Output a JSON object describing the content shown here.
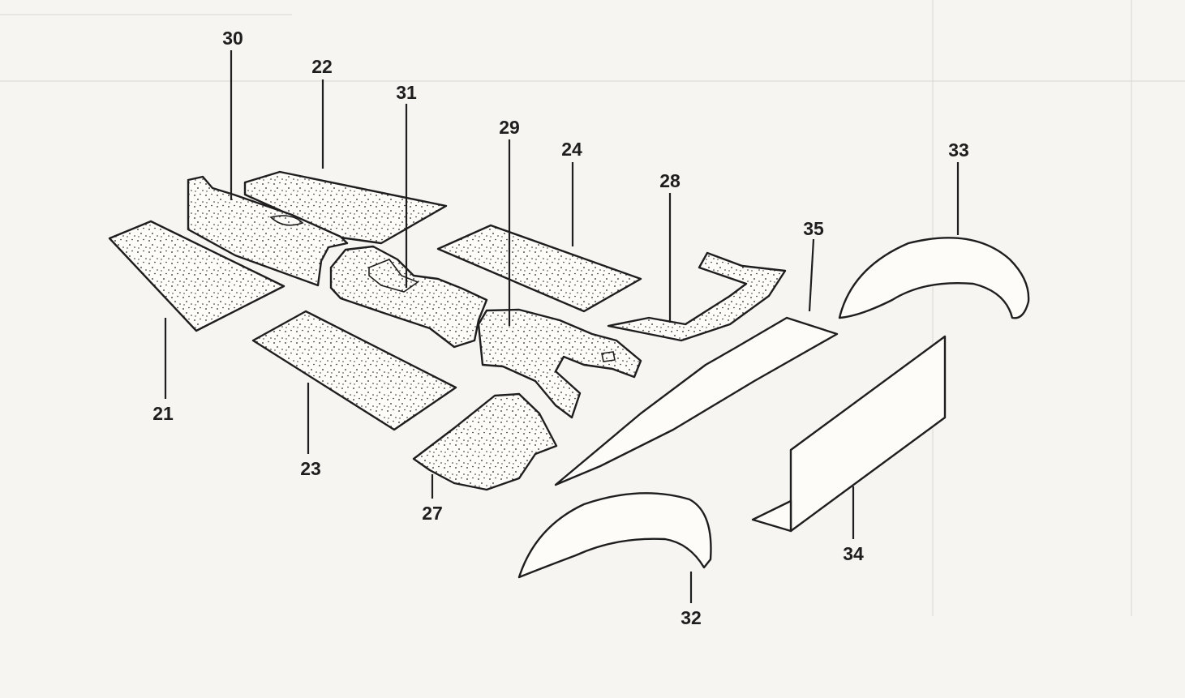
{
  "diagram": {
    "labels": [
      {
        "id": "21",
        "text": "21"
      },
      {
        "id": "22",
        "text": "22"
      },
      {
        "id": "23",
        "text": "23"
      },
      {
        "id": "24",
        "text": "24"
      },
      {
        "id": "27",
        "text": "27"
      },
      {
        "id": "28",
        "text": "28"
      },
      {
        "id": "29",
        "text": "29"
      },
      {
        "id": "30",
        "text": "30"
      },
      {
        "id": "31",
        "text": "31"
      },
      {
        "id": "32",
        "text": "32"
      },
      {
        "id": "33",
        "text": "33"
      },
      {
        "id": "34",
        "text": "34"
      },
      {
        "id": "35",
        "text": "35"
      }
    ]
  }
}
